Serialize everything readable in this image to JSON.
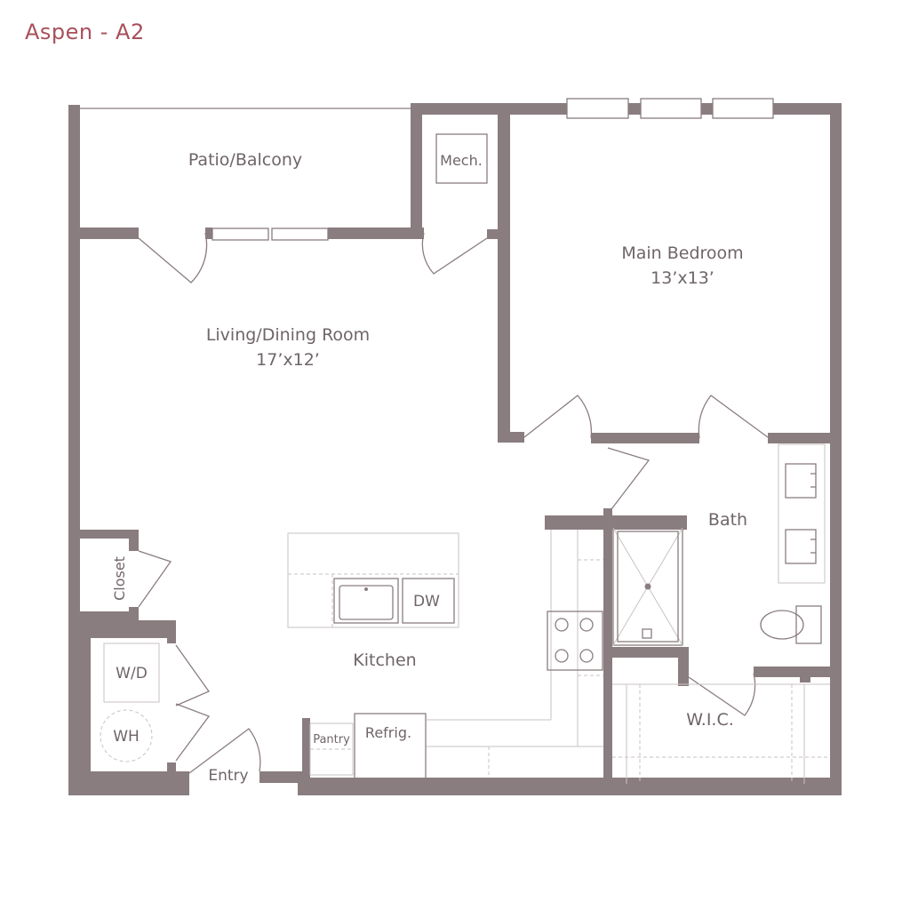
{
  "plan": {
    "title": "Aspen - A2",
    "rooms": {
      "patio": "Patio/Balcony",
      "mech": "Mech.",
      "bedroom_name": "Main Bedroom",
      "bedroom_size": "13’x13’",
      "living_name": "Living/Dining Room",
      "living_size": "17’x12’",
      "bath": "Bath",
      "closet": "Closet",
      "dw": "DW",
      "kitchen": "Kitchen",
      "wd": "W/D",
      "wh": "WH",
      "pantry": "Pantry",
      "refrig": "Refrig.",
      "wic": "W.I.C.",
      "entry": "Entry"
    }
  },
  "colors": {
    "wall": "#8a7d7f",
    "title": "#a8505c",
    "text": "#6f6567"
  }
}
